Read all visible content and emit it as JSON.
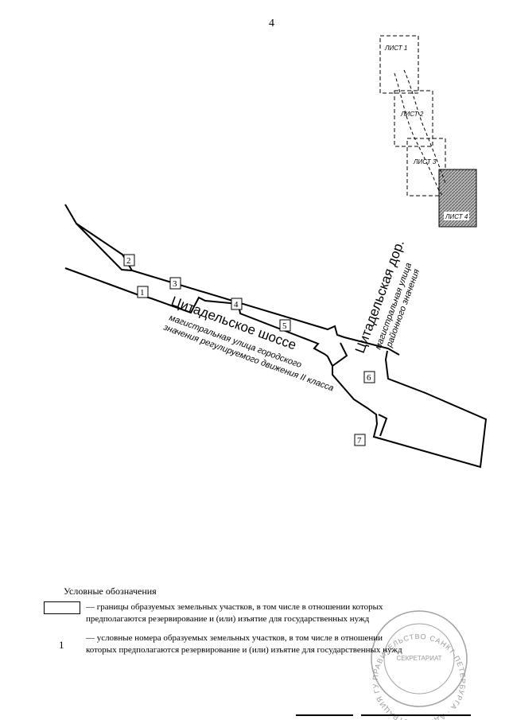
{
  "page_number": "4",
  "sheet_index": {
    "sheets": [
      "ЛИСТ 1",
      "ЛИСТ 2",
      "ЛИСТ 3",
      "ЛИСТ 4"
    ]
  },
  "map": {
    "street_labels": {
      "shosse_name": "Цитадельское шоссе",
      "shosse_desc_line1": "магистральная улица городского",
      "shosse_desc_line2": "значения регулируемого движения II класса",
      "dor_name": "Цитадельская дор.",
      "dor_desc_line1": "магистральная улица",
      "dor_desc_line2": "районного значения"
    },
    "plot_numbers": [
      "1",
      "2",
      "3",
      "4",
      "5",
      "6",
      "7"
    ]
  },
  "legend": {
    "title": "Условные обозначения",
    "boundary_line1": "— границы образуемых земельных участков, в том числе в отношении которых",
    "boundary_line2": "предполагаются резервирование и (или) изъятие для государственных нужд",
    "number_sample": "1",
    "number_line1": "— условные номера образуемых земельных участков, в том числе в отношении",
    "number_line2": "которых предполагаются резервирование и (или) изъятие для государственных нужд"
  },
  "stamp": {
    "ring_text": "ПРАВИТЕЛЬСТВО САНКТ-ПЕТЕРБУРГА · АДМИНИСТРАЦИЯ ГУБЕРНАТОРА ·",
    "center_text": "СЕКРЕТАРИАТ"
  }
}
